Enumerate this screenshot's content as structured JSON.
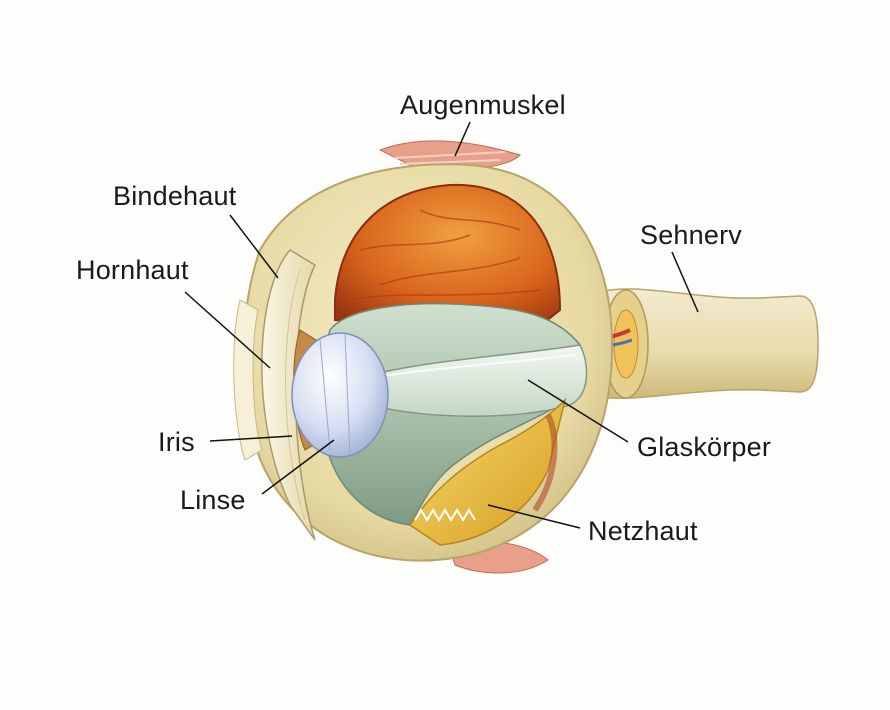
{
  "labels": {
    "augenmuskel": "Augenmuskel",
    "bindehaut": "Bindehaut",
    "hornhaut": "Hornhaut",
    "sehnerv": "Sehnerv",
    "iris": "Iris",
    "linse": "Linse",
    "glaskoerper": "Glaskörper",
    "netzhaut": "Netzhaut"
  },
  "colors": {
    "sclera": "#e6d9a2",
    "choroid": "#d9641c",
    "vitreous": "#a9bfa9",
    "retina": "#e9c040",
    "lens": "#c8d4ee",
    "nerve": "#e8dbab",
    "muscle": "#e08a70"
  }
}
